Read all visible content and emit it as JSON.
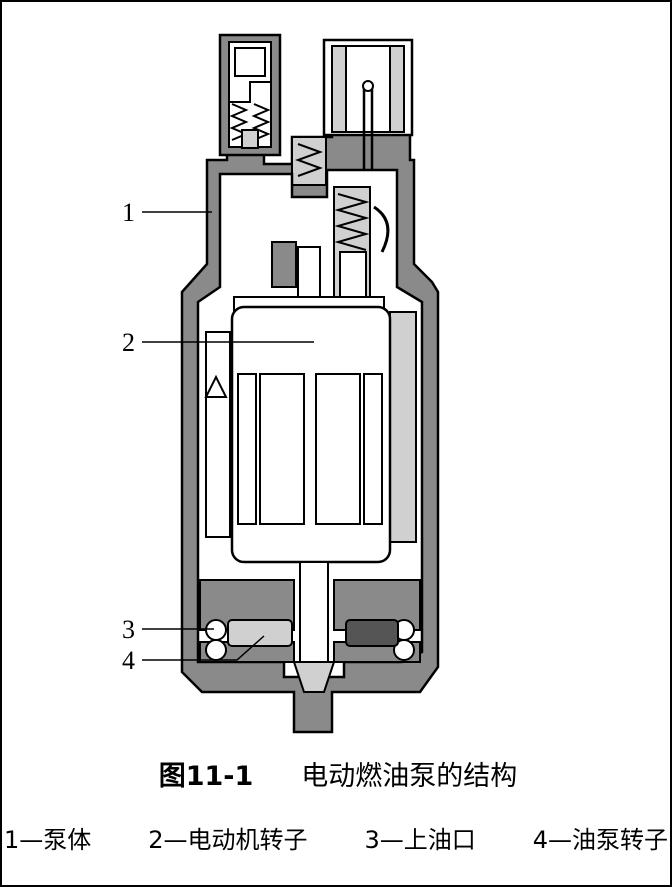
{
  "diagram": {
    "labels": {
      "l1": "1",
      "l2": "2",
      "l3": "3",
      "l4": "4"
    }
  },
  "caption": {
    "figure_number": "图11-1",
    "title": "电动燃油泵的结构"
  },
  "legend": {
    "items": [
      "1—泵体",
      "2—电动机转子",
      "3—上油口",
      "4—油泵转子"
    ]
  },
  "colors": {
    "housing": "#8a8a8a",
    "light_part": "#d0d0d0",
    "dark_part": "#555555",
    "outline": "#000000"
  }
}
